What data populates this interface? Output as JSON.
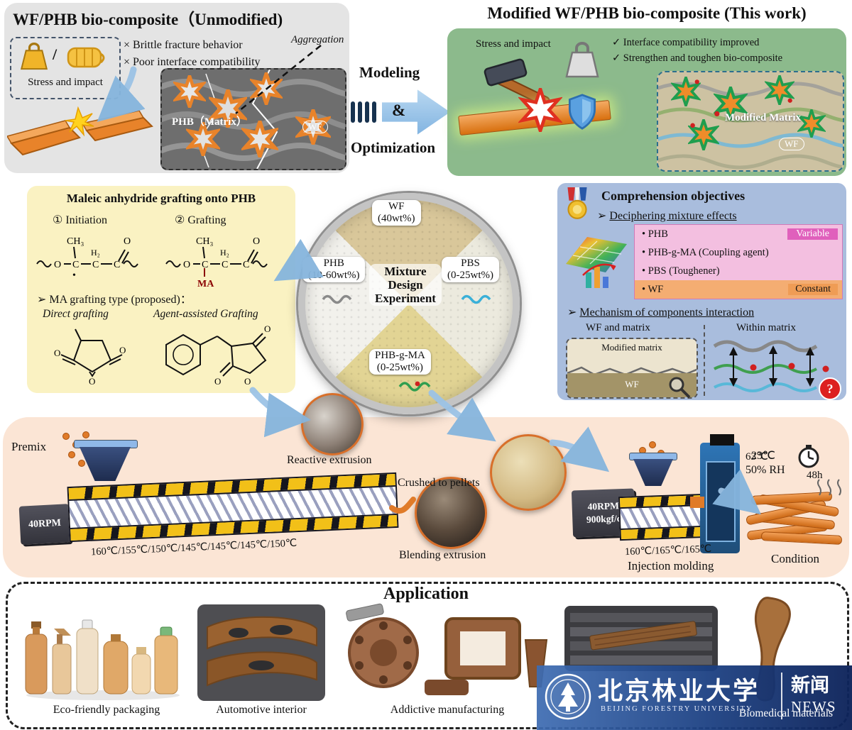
{
  "unmodified": {
    "title": "WF/PHB bio-composite（Unmodified)",
    "stress_label": "Stress and impact",
    "slash": "/",
    "issues": [
      "× Brittle fracture behavior",
      "× Poor interface compatibility"
    ],
    "aggregation": "Aggregation",
    "matrix_label": "PHB（Matrix）",
    "wf_label": "WF"
  },
  "transition": {
    "modeling": "Modeling",
    "amp": "&",
    "optimization": "Optimization"
  },
  "modified": {
    "title": "Modified WF/PHB bio-composite (This work)",
    "stress_label": "Stress and impact",
    "benefits": [
      "✓ Interface compatibility improved",
      "✓ Strengthen and toughen bio-composite"
    ],
    "matrix_label": "Modified Matrix",
    "wf_label": "WF"
  },
  "grafting": {
    "title": "Maleic anhydride grafting onto PHB",
    "step1": "① Initiation",
    "step2": "② Grafting",
    "ch3": "CH₃",
    "h2": "H₂",
    "o": "O",
    "ma": "MA",
    "radical": "•",
    "type_heading": "➢ MA grafting type (proposed)：",
    "direct": "Direct grafting",
    "agent": "Agent-assisted Grafting"
  },
  "mixture": {
    "wf": "WF\n(40wt%)",
    "phb": "PHB\n(10-60wt%)",
    "pbs": "PBS\n(0-25wt%)",
    "center": "Mixture\nDesign\nExperiment",
    "phb_g_ma": "PHB-g-MA\n(0-25wt%)"
  },
  "objectives": {
    "title": "Comprehension objectives",
    "bullet_mark": "➢",
    "mixture_effects": "Deciphering mixture effects",
    "bullets": [
      "PHB",
      "PHB-g-MA (Coupling agent)",
      "PBS (Toughener)",
      "WF"
    ],
    "variable_tag": "Variable",
    "constant_tag": "Constant",
    "mechanism": "Mechanism of components interaction",
    "wf_and_matrix": "WF and matrix",
    "within_matrix": "Within matrix",
    "modified_matrix": "Modified matrix",
    "wf": "WF",
    "question_mark": "?"
  },
  "processing": {
    "premix": "Premix",
    "rpm1": "40RPM",
    "temps1": "160℃/155℃/150℃/145℃/145℃/145℃/150℃",
    "reactive_extrusion": "Reactive extrusion",
    "blending_extrusion": "Blending extrusion",
    "crushed": "Crushed to pellets",
    "rpm2": "40RPM\n900kgf/c",
    "temp_63": "63℃",
    "temps2": "160℃/165℃/165℃",
    "injection": "Injection molding",
    "cond_temp": "23℃",
    "cond_rh": "50% RH",
    "cond_time": "48h",
    "condition": "Condition"
  },
  "application": {
    "title": "Application",
    "captions": [
      "Eco-friendly packaging",
      "Automotive interior",
      "Addictive manufacturing",
      "Biomedical materials"
    ]
  },
  "banner": {
    "university": "北京林业大学",
    "university_en": "BEIJING FORESTRY UNIVERSITY",
    "news_cn": "新闻",
    "news_en": "NEWS"
  },
  "colors": {
    "gray_panel": "#e4e4e4",
    "green_panel": "#8cba8c",
    "yellow_panel": "#faf2c2",
    "blue_panel": "#a9bddd",
    "peach_band": "#fbe5d5",
    "accent_blue": "#9cc3e6",
    "orange": "#e8832a",
    "pink": "#f3bfe0"
  }
}
